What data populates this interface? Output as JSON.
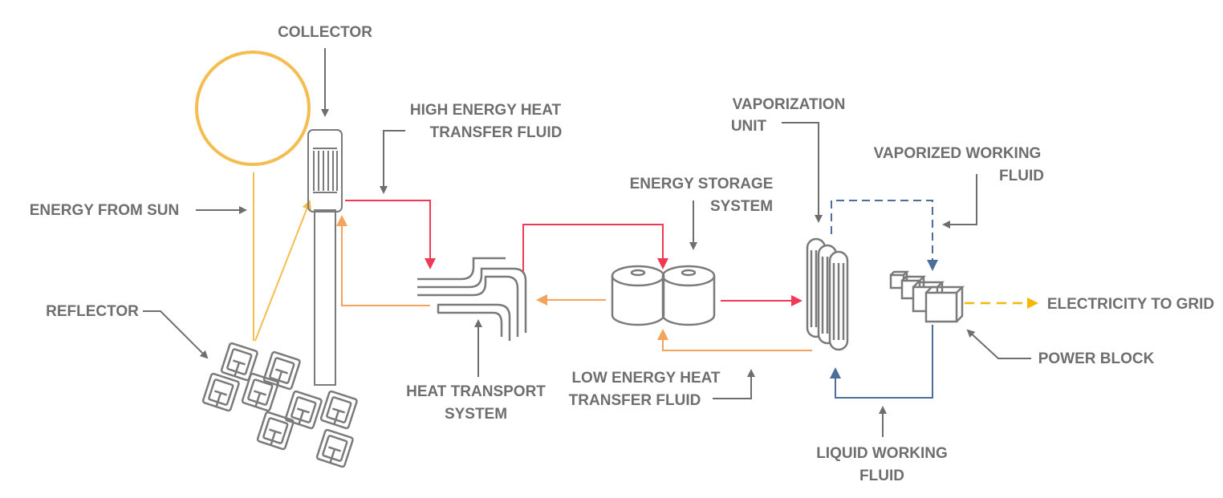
{
  "labels": {
    "collector": "COLLECTOR",
    "high_energy_1": "HIGH ENERGY HEAT",
    "high_energy_2": "TRANSFER FLUID",
    "energy_from_sun": "ENERGY FROM SUN",
    "reflector": "REFLECTOR",
    "heat_transport_1": "HEAT TRANSPORT",
    "heat_transport_2": "SYSTEM",
    "energy_storage_1": "ENERGY STORAGE",
    "energy_storage_2": "SYSTEM",
    "low_energy_1": "LOW ENERGY HEAT",
    "low_energy_2": "TRANSFER FLUID",
    "vaporization_1": "VAPORIZATION",
    "vaporization_2": "UNIT",
    "vaporized_1": "VAPORIZED WORKING",
    "vaporized_2": "FLUID",
    "electricity": "ELECTRICITY TO GRID",
    "power_block": "POWER BLOCK",
    "liquid_1": "LIQUID WORKING",
    "liquid_2": "FLUID"
  },
  "colors": {
    "label": "#6e6e6e",
    "sun": "#f5bd4f",
    "hot_fluid": "#ef3a55",
    "cold_fluid": "#f5a25d",
    "working_fluid": "#4b6f9a",
    "electricity": "#f5b800",
    "equipment": "#7a7a7a"
  }
}
